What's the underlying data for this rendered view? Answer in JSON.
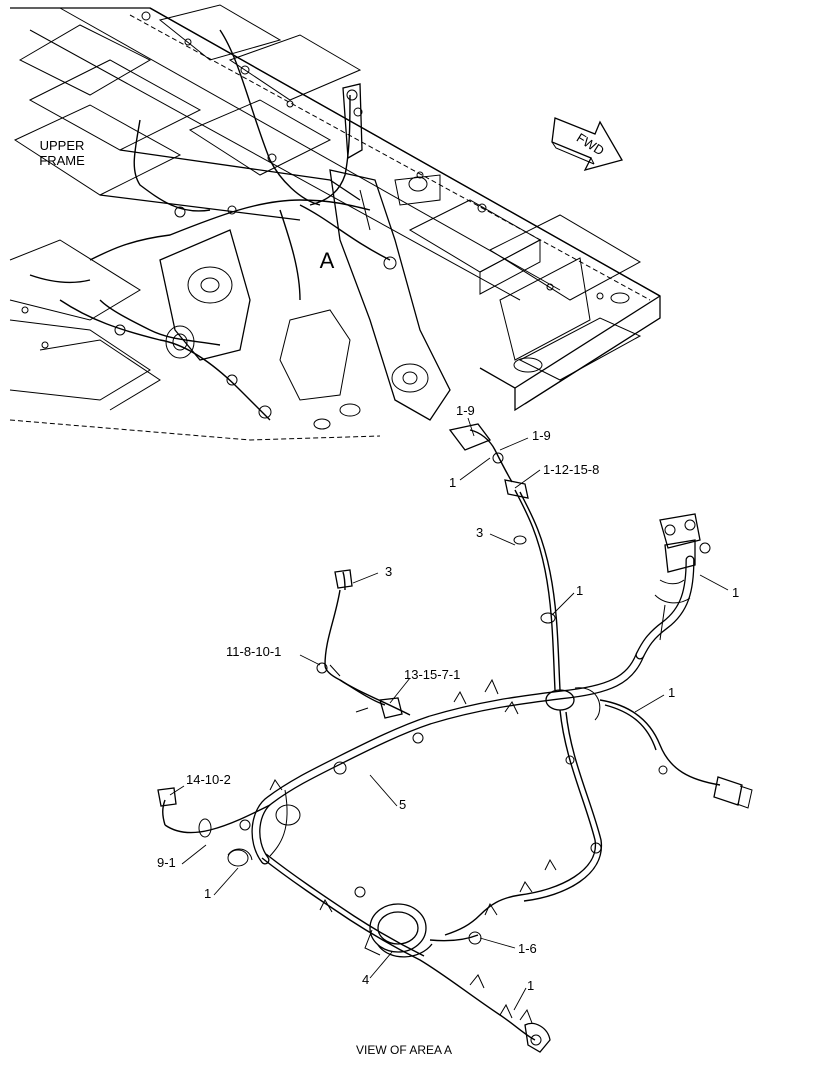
{
  "upper_frame_label": [
    "UPPER",
    "FRAME"
  ],
  "area_marker": "A",
  "fwd_label": "FWD",
  "caption": "VIEW OF AREA A",
  "callouts": [
    {
      "id": "c1",
      "text": "1-9"
    },
    {
      "id": "c2",
      "text": "1-9"
    },
    {
      "id": "c3",
      "text": "1"
    },
    {
      "id": "c4",
      "text": "1-12-15-8"
    },
    {
      "id": "c5",
      "text": "3"
    },
    {
      "id": "c6",
      "text": "1"
    },
    {
      "id": "c7",
      "text": "1"
    },
    {
      "id": "c8",
      "text": "3"
    },
    {
      "id": "c9",
      "text": "11-8-10-1"
    },
    {
      "id": "c10",
      "text": "13-15-7-1"
    },
    {
      "id": "c11",
      "text": "1"
    },
    {
      "id": "c12",
      "text": "14-10-2"
    },
    {
      "id": "c13",
      "text": "5"
    },
    {
      "id": "c14",
      "text": "9-1"
    },
    {
      "id": "c15",
      "text": "1"
    },
    {
      "id": "c16",
      "text": "1-6"
    },
    {
      "id": "c17",
      "text": "4"
    },
    {
      "id": "c18",
      "text": "1"
    }
  ]
}
